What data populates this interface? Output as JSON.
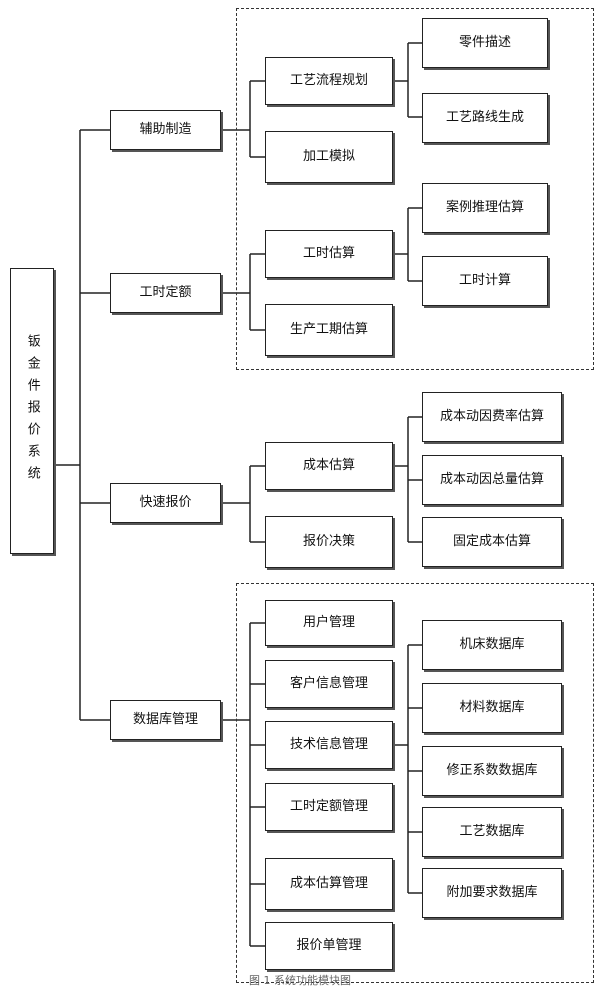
{
  "root": {
    "label": "钣金件报价系统"
  },
  "modules": {
    "fuzhu": {
      "label": "辅助制造",
      "sub": {
        "gongyi_guihua": {
          "label": "工艺流程规划",
          "leaves": [
            "零件描述",
            "工艺路线生成"
          ]
        },
        "jiagong_moni": {
          "label": "加工模拟"
        }
      }
    },
    "gongshi": {
      "label": "工时定额",
      "sub": {
        "gongshi_gusuan": {
          "label": "工时估算",
          "leaves": [
            "案例推理估算",
            "工时计算"
          ]
        },
        "shengchan_gongqi": {
          "label": "生产工期估算"
        }
      }
    },
    "kuaisu": {
      "label": "快速报价",
      "sub": {
        "chengben_gusuan": {
          "label": "成本估算",
          "leaves": [
            "成本动因费率估算",
            "成本动因总量估算",
            "固定成本估算"
          ]
        },
        "baojia_juece": {
          "label": "报价决策"
        }
      }
    },
    "shujuku": {
      "label": "数据库管理",
      "sub": [
        "用户管理",
        "客户信息管理",
        "技术信息管理",
        "工时定额管理",
        "成本估算管理",
        "报价单管理"
      ],
      "databases": [
        "机床数据库",
        "材料数据库",
        "修正系数数据库",
        "工艺数据库",
        "附加要求数据库"
      ]
    }
  },
  "caption": "图 1 系统功能模块图"
}
